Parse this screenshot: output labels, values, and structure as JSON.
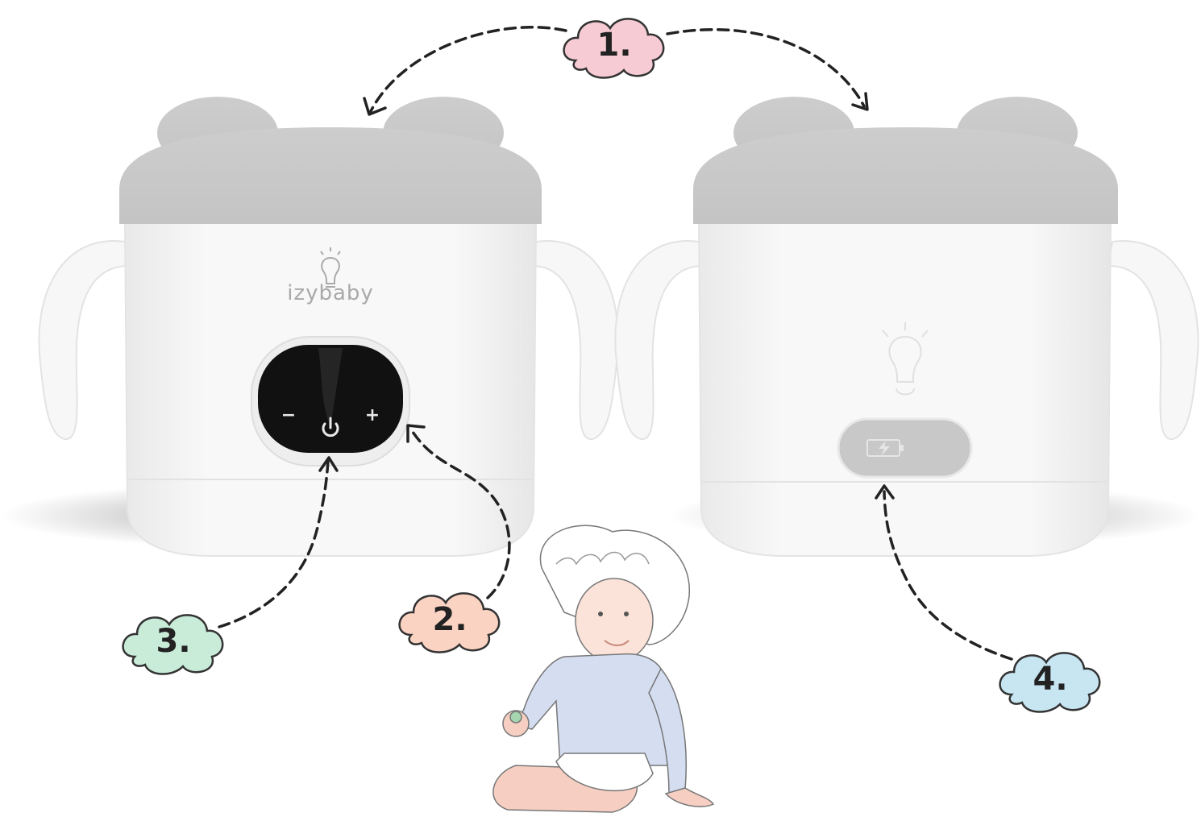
{
  "brand": {
    "name": "izybaby"
  },
  "controls": {
    "minus": "−",
    "plus": "+"
  },
  "callouts": [
    {
      "label": "1.",
      "color": "#f6cbd3"
    },
    {
      "label": "2.",
      "color": "#fbd3c3"
    },
    {
      "label": "3.",
      "color": "#c9ecd9"
    },
    {
      "label": "4.",
      "color": "#c8e6f1"
    }
  ],
  "colors": {
    "lid": "#c9c9c9",
    "body": "#f4f4f4",
    "panel": "#111111",
    "charge_pill": "#c8c8c8",
    "arrow": "#222222",
    "bib": "#d5ddf1",
    "skin": "#f6cfc2"
  }
}
